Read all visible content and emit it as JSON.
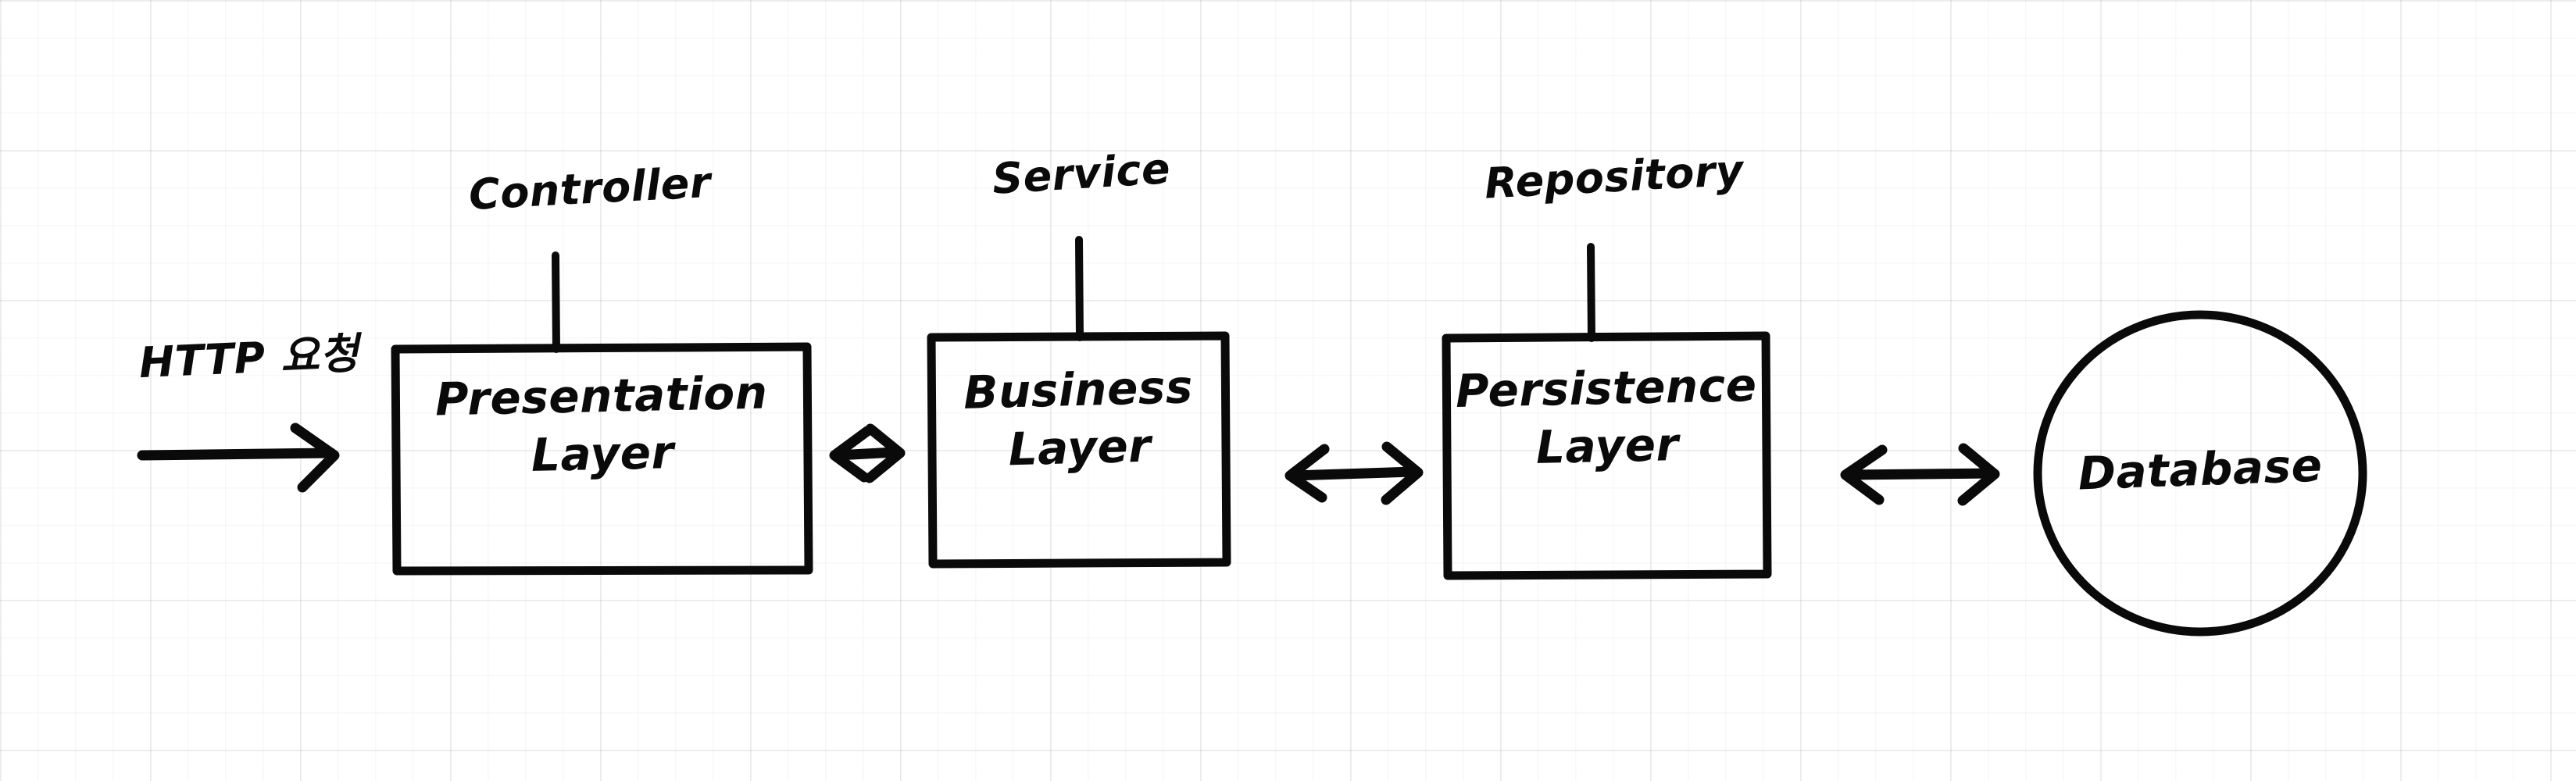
{
  "diagram": {
    "type": "layered-architecture",
    "style": "hand-drawn whiteboard sketch on faint grid paper",
    "ink_color": "#0a0a0a",
    "background_color": "#ffffff",
    "grid_color": "#eceef2",
    "request_flow": {
      "label": "HTTP 요청",
      "direction": "left-to-right",
      "target": "Presentation Layer"
    },
    "nodes": [
      {
        "id": "presentation",
        "shape": "rectangle",
        "line1": "Presentation",
        "line2": "Layer",
        "annotation": "Controller"
      },
      {
        "id": "business",
        "shape": "rectangle",
        "line1": "Business",
        "line2": "Layer",
        "annotation": "Service"
      },
      {
        "id": "persistence",
        "shape": "rectangle",
        "line1": "Persistence",
        "line2": "Layer",
        "annotation": "Repository"
      },
      {
        "id": "database",
        "shape": "circle",
        "line1": "Database",
        "line2": "",
        "annotation": ""
      }
    ],
    "connections": [
      {
        "from": "http-request",
        "to": "presentation",
        "arrow": "single",
        "label": "HTTP 요청"
      },
      {
        "from": "presentation",
        "to": "business",
        "arrow": "double",
        "label": ""
      },
      {
        "from": "business",
        "to": "persistence",
        "arrow": "double",
        "label": ""
      },
      {
        "from": "persistence",
        "to": "database",
        "arrow": "double",
        "label": ""
      }
    ]
  }
}
